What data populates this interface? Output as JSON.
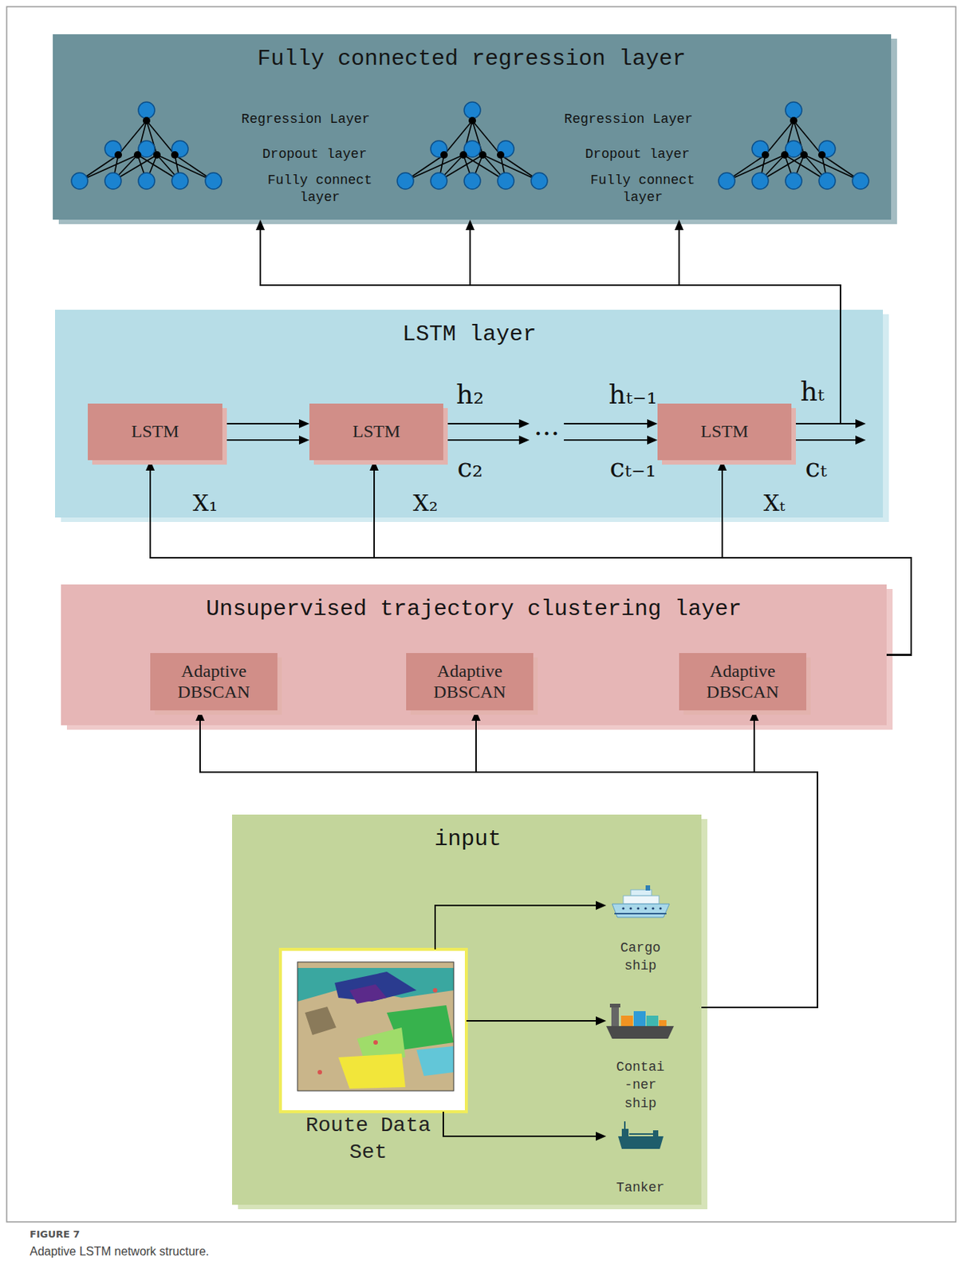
{
  "diagram": {
    "caption": "Adaptive LSTM network structure.",
    "nodes": [
      {
        "text": [
          "Fully connected regression layer",
          "Regression Layer",
          "Dropout layer",
          "Fully connect layer",
          "Regression Layer",
          "Dropout layer",
          "Fully connect layer"
        ]
      },
      {
        "text": [
          "LSTM layer"
        ]
      },
      {
        "text": [
          "LSTM"
        ],
        "in": 1
      },
      {
        "text": [
          "LSTM"
        ],
        "in": 1
      },
      {
        "text": [
          "LSTM"
        ],
        "in": 1
      },
      {
        "text": [
          "Unsupervised trajectory clustering layer"
        ]
      },
      {
        "text": [
          "Adaptive DBSCAN"
        ],
        "in": 5
      },
      {
        "text": [
          "Adaptive DBSCAN"
        ],
        "in": 5
      },
      {
        "text": [
          "Adaptive DBSCAN"
        ],
        "in": 5
      },
      {
        "text": [
          "input"
        ]
      },
      {
        "text": [
          "Route Data Set"
        ],
        "in": 9
      },
      {
        "text": [
          "Cargo ship"
        ],
        "in": 9
      },
      {
        "text": [
          "Contai -ner ship"
        ],
        "in": 9
      },
      {
        "text": [
          "Tanker"
        ],
        "in": 9
      }
    ],
    "edges": [
      {
        "from": 2,
        "to": 3,
        "arrow": "to"
      },
      {
        "from": 3,
        "to": 4,
        "arrow": "to"
      },
      {
        "from": 4,
        "to": 0,
        "arrow": "to"
      },
      {
        "from": 5,
        "to": 2,
        "arrow": "to"
      },
      {
        "from": 5,
        "to": 3,
        "arrow": "to"
      },
      {
        "from": 5,
        "to": 4,
        "arrow": "to"
      },
      {
        "from": 9,
        "to": 6,
        "arrow": "to"
      },
      {
        "from": 9,
        "to": 7,
        "arrow": "to"
      },
      {
        "from": 9,
        "to": 8,
        "arrow": "to"
      },
      {
        "from": 10,
        "to": 11,
        "arrow": "to"
      },
      {
        "from": 10,
        "to": 12,
        "arrow": "to"
      },
      {
        "from": 10,
        "to": 13,
        "arrow": "to"
      }
    ],
    "labels": [
      "h₂",
      "c₂",
      "...",
      "hₜ₋₁",
      "cₜ₋₁",
      "hₜ",
      "cₜ",
      "X₁",
      "X₂",
      "Xₜ",
      "FIGURE 7"
    ]
  }
}
